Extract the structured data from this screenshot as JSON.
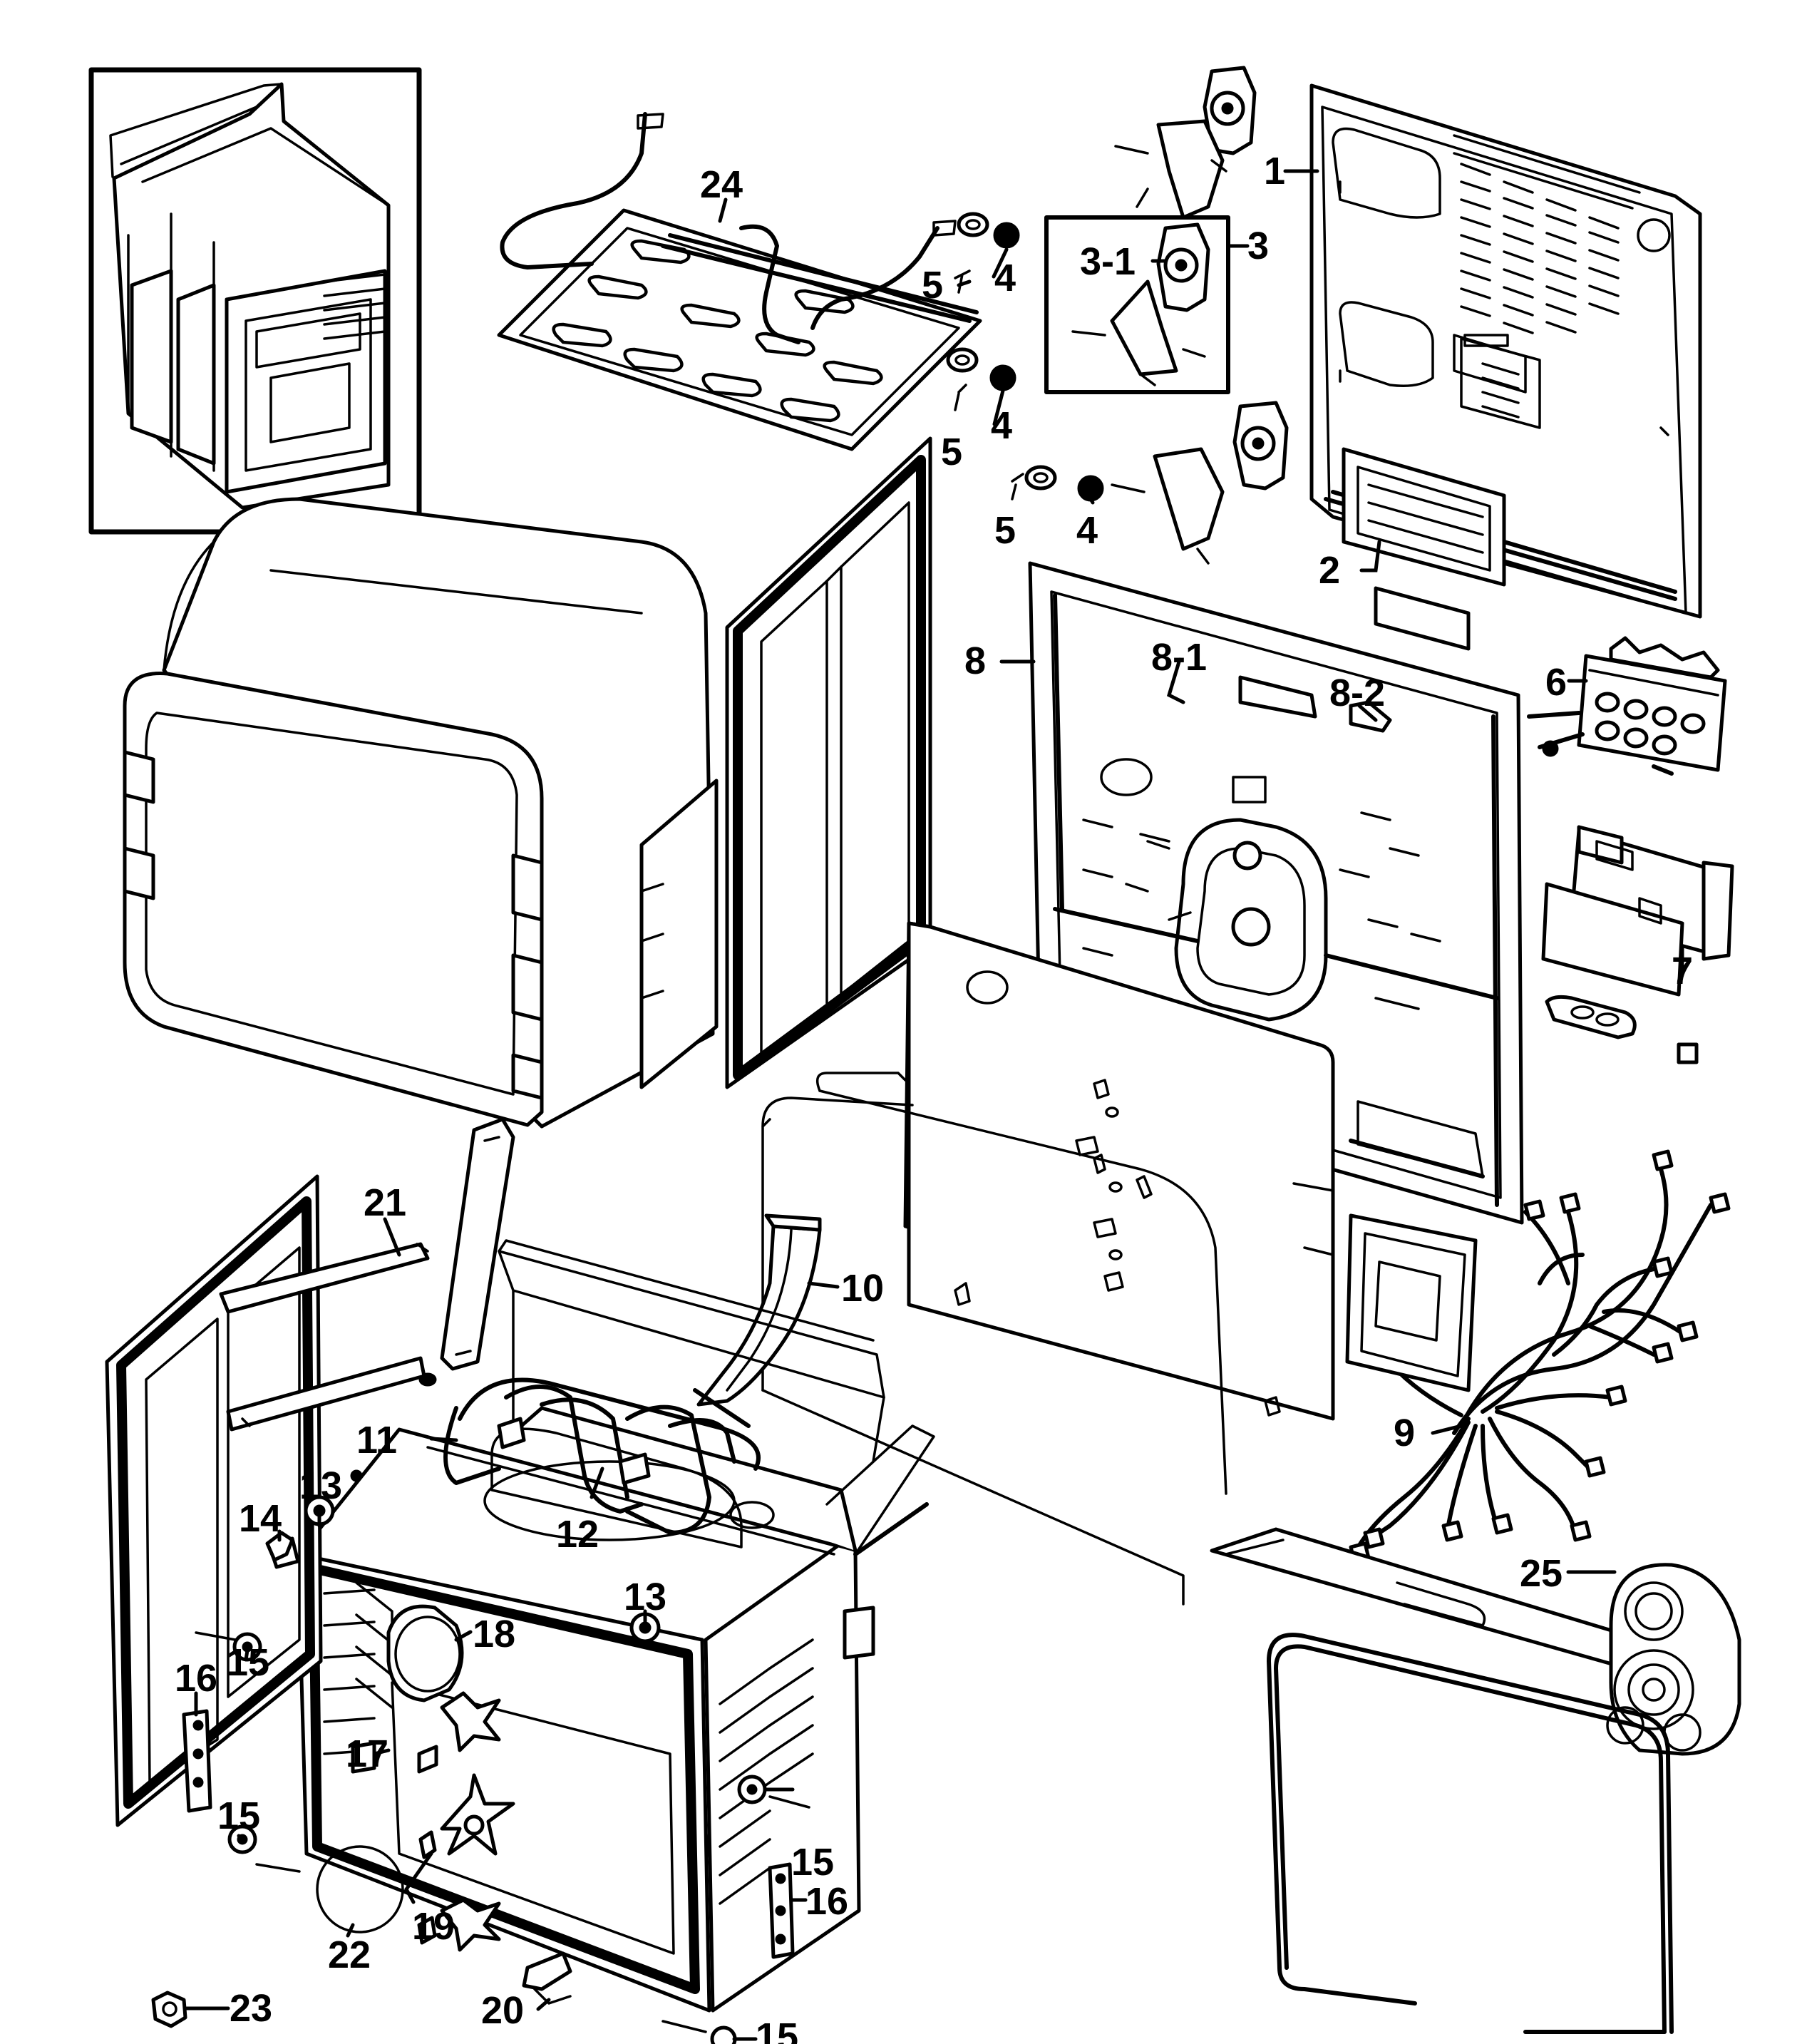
{
  "callouts": [
    {
      "id": "c1",
      "label": "1"
    },
    {
      "id": "c2",
      "label": "2"
    },
    {
      "id": "c3",
      "label": "3"
    },
    {
      "id": "c3_1",
      "label": "3-1"
    },
    {
      "id": "c4a",
      "label": "4"
    },
    {
      "id": "c4b",
      "label": "4"
    },
    {
      "id": "c4c",
      "label": "4"
    },
    {
      "id": "c5a",
      "label": "5"
    },
    {
      "id": "c5b",
      "label": "5"
    },
    {
      "id": "c5c",
      "label": "5"
    },
    {
      "id": "c6",
      "label": "6"
    },
    {
      "id": "c7",
      "label": "7"
    },
    {
      "id": "c8",
      "label": "8"
    },
    {
      "id": "c8_1",
      "label": "8-1"
    },
    {
      "id": "c8_2",
      "label": "8-2"
    },
    {
      "id": "c9",
      "label": "9"
    },
    {
      "id": "c10",
      "label": "10"
    },
    {
      "id": "c11",
      "label": "11"
    },
    {
      "id": "c12",
      "label": "12"
    },
    {
      "id": "c13a",
      "label": "13"
    },
    {
      "id": "c13b",
      "label": "13"
    },
    {
      "id": "c14",
      "label": "14"
    },
    {
      "id": "c15a",
      "label": "15"
    },
    {
      "id": "c15b",
      "label": "15"
    },
    {
      "id": "c15c",
      "label": "15"
    },
    {
      "id": "c15d",
      "label": "15"
    },
    {
      "id": "c16a",
      "label": "16"
    },
    {
      "id": "c16b",
      "label": "16"
    },
    {
      "id": "c17",
      "label": "17"
    },
    {
      "id": "c18",
      "label": "18"
    },
    {
      "id": "c19",
      "label": "19"
    },
    {
      "id": "c20",
      "label": "20"
    },
    {
      "id": "c21",
      "label": "21"
    },
    {
      "id": "c22",
      "label": "22"
    },
    {
      "id": "c23",
      "label": "23"
    },
    {
      "id": "c24",
      "label": "24"
    },
    {
      "id": "c25",
      "label": "25"
    }
  ]
}
